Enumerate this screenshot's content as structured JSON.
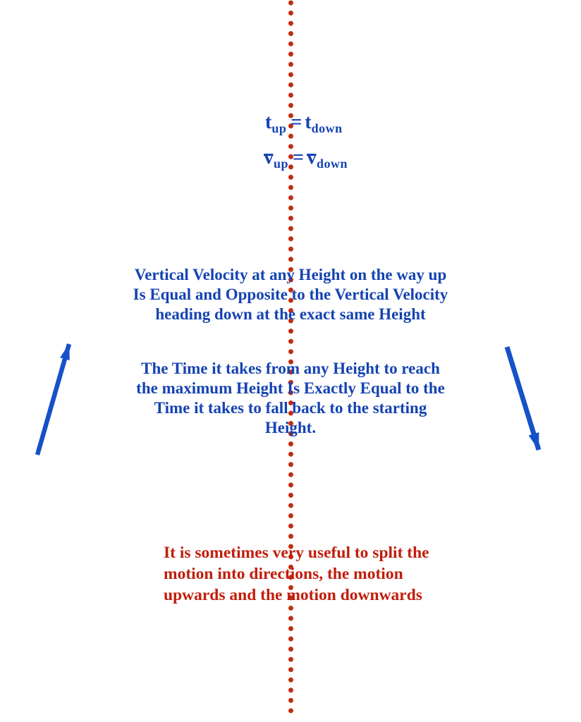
{
  "diagram": {
    "description": "Projectile vertical-motion symmetry diagram",
    "colors": {
      "note_blue": "#1543b2",
      "arrow_blue": "#1552c8",
      "dot_red": "#c02d12",
      "note_red": "#c01e0c",
      "background": "#ffffff"
    },
    "equations": {
      "time": {
        "lhs_base": "t",
        "lhs_sub": "up",
        "equals": "=",
        "rhs_base": "t",
        "rhs_sub": "down"
      },
      "velocity": {
        "lhs_base": "v",
        "lhs_sub": "up",
        "equals": "=",
        "rhs_base": "v",
        "rhs_sub": "down",
        "has_overbar": true
      }
    },
    "notes": {
      "velocity": {
        "lines": [
          "Vertical Velocity at any Height on the way up",
          "Is Equal and Opposite to the Vertical Velocity",
          "heading down at the exact same Height"
        ]
      },
      "time": {
        "lines": [
          "The Time it takes from any Height to reach",
          "the maximum Height Is Exactly Equal to the",
          "Time it takes to fall back to the starting",
          "Height."
        ]
      },
      "split": {
        "lines": [
          "It is sometimes very useful to split the",
          "motion into directions, the motion",
          "upwards and the motion downwards"
        ]
      }
    }
  }
}
